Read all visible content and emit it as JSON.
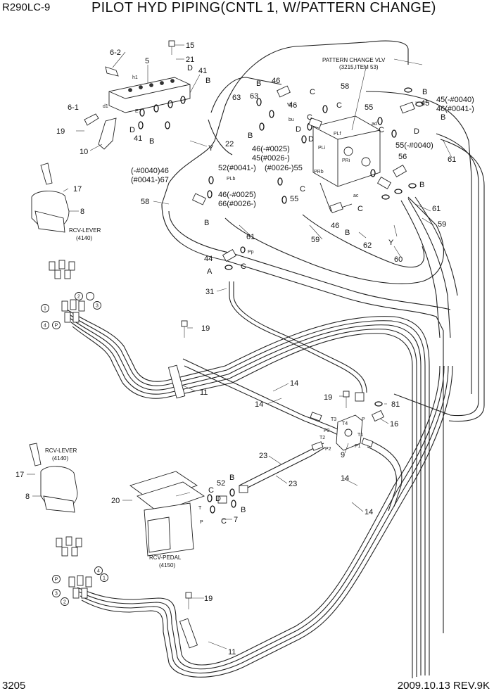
{
  "header": {
    "model": "R290LC-9",
    "title": "PILOT HYD PIPING(CNTL 1, W/PATTERN CHANGE)"
  },
  "footer": {
    "page": "3205",
    "date_rev": "2009.10.13  REV.9K"
  },
  "captions": {
    "pattern_vlv_1": "PATTERN CHANGE VLV",
    "pattern_vlv_2": "(3215,ITEM 53)",
    "rcv_lever_top_1": "RCV-LEVER",
    "rcv_lever_top_2": "(4140)",
    "rcv_lever_bot_1": "RCV-LEVER",
    "rcv_lever_bot_2": "(4140)",
    "rcv_pedal_1": "RCV-PEDAL",
    "rcv_pedal_2": "(4150)"
  },
  "callouts": [
    "15",
    "21",
    "6-2",
    "5",
    "D",
    "41",
    "B",
    "h1",
    "d1",
    "6-1",
    "E",
    "19",
    "D",
    "41",
    "B",
    "10",
    "Y",
    "22",
    "63",
    "B",
    "46",
    "C",
    "vd",
    "bu",
    "B",
    "46",
    "D",
    "C",
    "58",
    "C",
    "PLf",
    "46(-#0025)",
    "45(#0026-)",
    "D",
    "PLi",
    "63",
    "B",
    "45(-#0040)",
    "46(#0041-)",
    "45",
    "B",
    "55",
    "ad",
    "C",
    "D",
    "55(-#0040)",
    "61",
    "(-#0040)46",
    "(#0041-)67",
    "52(#0041-)",
    "PLb",
    "(#0026-)55",
    "PRb",
    "PRi",
    "C",
    "56",
    "46(-#0025)",
    "66(#0026-)",
    "55",
    "B",
    "58",
    "ac",
    "C",
    "61",
    "59",
    "B",
    "61",
    "46",
    "B",
    "62",
    "Y",
    "59",
    "60",
    "44",
    "Pp",
    "A",
    "C",
    "31",
    "17",
    "8",
    "19",
    "11",
    "14",
    "14",
    "19",
    "81",
    "T3",
    "P",
    "16",
    "T4",
    "P3",
    "T2",
    "T1",
    "P2",
    "P1",
    "9",
    "23",
    "23",
    "14",
    "14",
    "17",
    "8",
    "52",
    "B",
    "C",
    "20",
    "D",
    "T",
    "C",
    "7",
    "B",
    "P",
    "19",
    "11"
  ],
  "port_markers": [
    "1",
    "2",
    "3",
    "4",
    "P",
    "1",
    "2",
    "3",
    "4",
    "P"
  ]
}
